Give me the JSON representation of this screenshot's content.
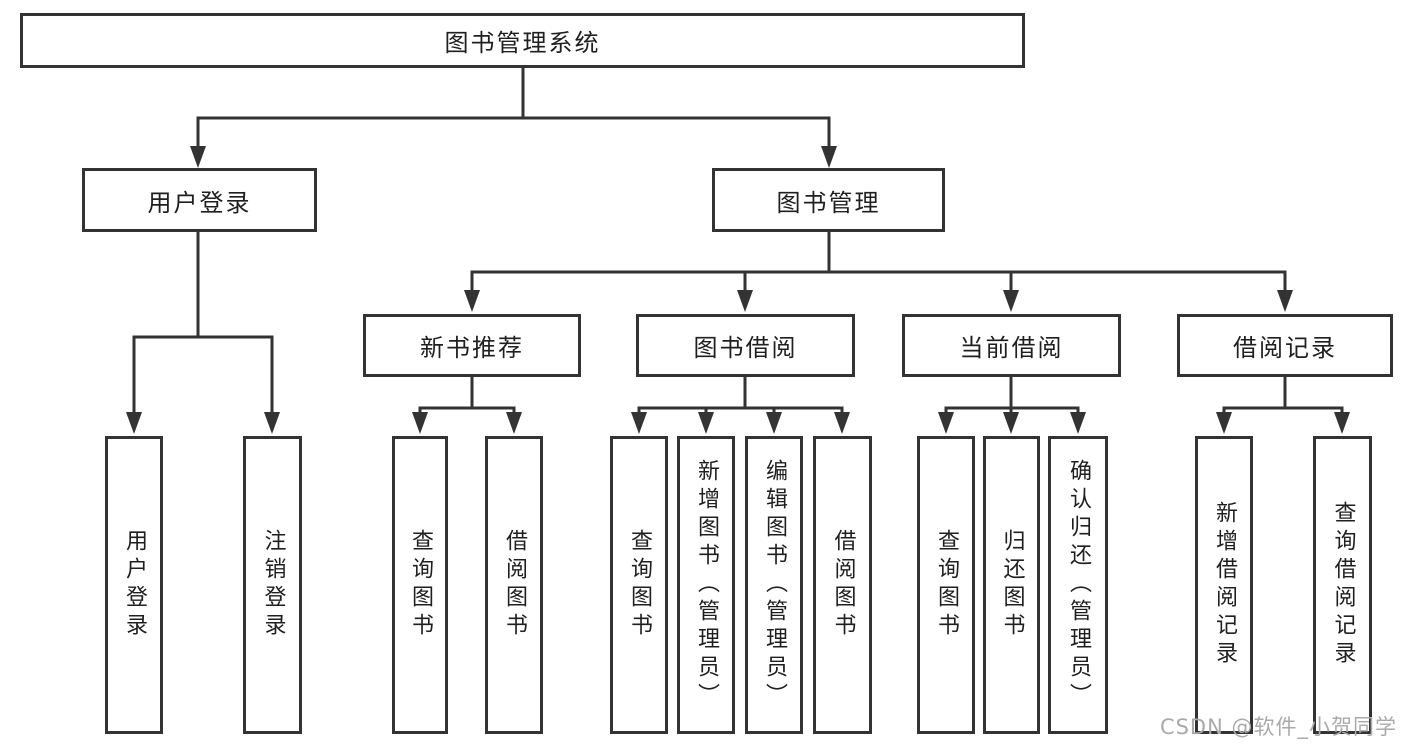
{
  "diagram_type": "hierarchy-tree",
  "colors": {
    "line": "#333333",
    "box_border": "#333333",
    "text": "#1f1f1f",
    "watermark": "#aaaaaa",
    "background": "#ffffff"
  },
  "watermark": "CSDN @软件_小贺同学",
  "tree": {
    "label": "图书管理系统",
    "children": [
      {
        "label": "用户登录",
        "children": [
          {
            "label": "用户登录"
          },
          {
            "label": "注销登录"
          }
        ]
      },
      {
        "label": "图书管理",
        "children": [
          {
            "label": "新书推荐",
            "children": [
              {
                "label": "查询图书"
              },
              {
                "label": "借阅图书"
              }
            ]
          },
          {
            "label": "图书借阅",
            "children": [
              {
                "label": "查询图书"
              },
              {
                "label": "新增图书（管理员）"
              },
              {
                "label": "编辑图书（管理员）"
              },
              {
                "label": "借阅图书"
              }
            ]
          },
          {
            "label": "当前借阅",
            "children": [
              {
                "label": "查询图书"
              },
              {
                "label": "归还图书"
              },
              {
                "label": "确认归还（管理员）"
              }
            ]
          },
          {
            "label": "借阅记录",
            "children": [
              {
                "label": "新增借阅记录"
              },
              {
                "label": "查询借阅记录"
              }
            ]
          }
        ]
      }
    ]
  }
}
